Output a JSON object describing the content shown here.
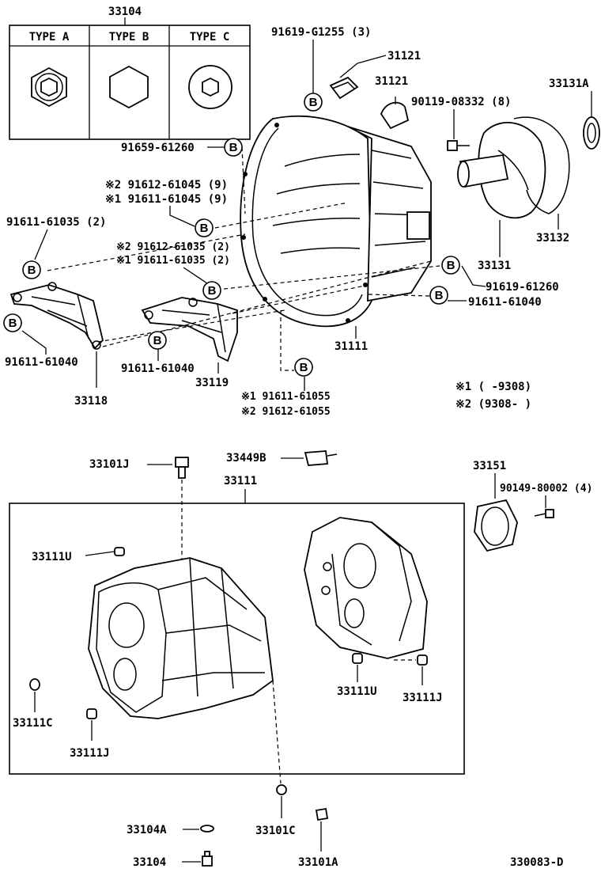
{
  "legend": {
    "part_number": "33104",
    "types": [
      "TYPE  A",
      "TYPE  B",
      "TYPE  C"
    ]
  },
  "bolt_marker": "B",
  "labels": {
    "l_91619_g1255": "91619-G1255 (3)",
    "l_31121_a": "31121",
    "l_31121_b": "31121",
    "l_90119_08332": "90119-08332 (8)",
    "l_33131a": "33131A",
    "l_91659_61260": "91659-61260",
    "l_r2_91612_61045": "※2 91612-61045 (9)",
    "l_r1_91611_61045": "※1 91611-61045 (9)",
    "l_91611_61035": "91611-61035 (2)",
    "l_r2_91612_61035": "※2 91612-61035 (2)",
    "l_r1_91611_61035": "※1 91611-61035 (2)",
    "l_33132": "33132",
    "l_33131": "33131",
    "l_91619_61260": "91619-61260",
    "l_91611_61040_r": "91611-61040",
    "l_91611_61040_l": "91611-61040",
    "l_91611_61040_m": "91611-61040",
    "l_31111": "31111",
    "l_33118": "33118",
    "l_33119": "33119",
    "l_r1_91611_61055": "※1 91611-61055",
    "l_r2_91612_61055": "※2 91612-61055",
    "l_note1": "※1 (      -9308)",
    "l_note2": "※2 (9308-      )",
    "l_33101j": "33101J",
    "l_33449b": "33449B",
    "l_33151": "33151",
    "l_90149_80002": "90149-80002 (4)",
    "l_33111": "33111",
    "l_33111u_a": "33111U",
    "l_33111u_b": "33111U",
    "l_33111j_a": "33111J",
    "l_33111j_b": "33111J",
    "l_33111c": "33111C",
    "l_33104a": "33104A",
    "l_33101c": "33101C",
    "l_33104": "33104",
    "l_33101a": "33101A",
    "l_diagram_code": "330083-D"
  }
}
